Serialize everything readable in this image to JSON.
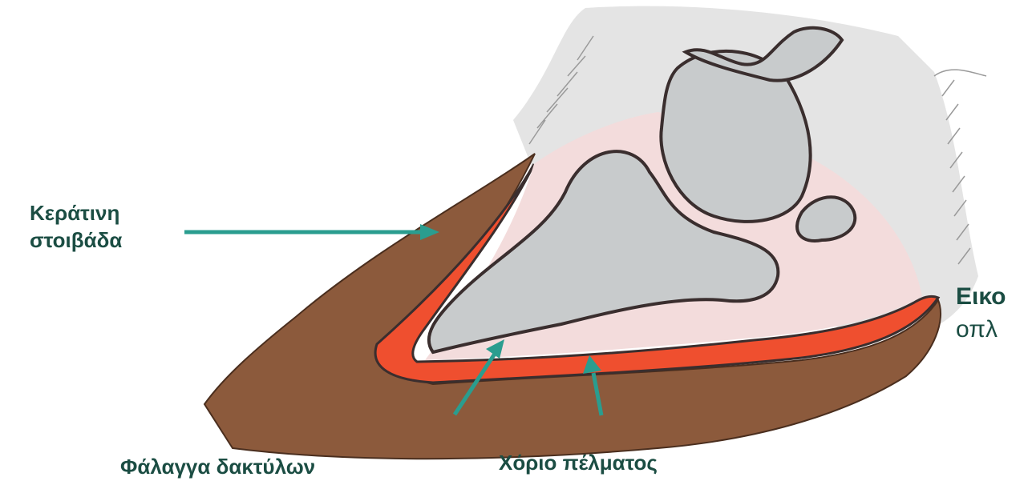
{
  "colors": {
    "label_text": "#1b4d43",
    "arrow": "#2a9d8f",
    "horn": "#8c5a3c",
    "corium": "#ef4f2f",
    "bone": "#c8cbcc",
    "soft_tissue": "#f3dcdc",
    "skin": "#e4e4e4",
    "outline": "#3a2e2e"
  },
  "labels": {
    "keratin_layer": [
      "Κεράτινη",
      "στοιβάδα"
    ],
    "phalanx": "Φάλαγγα δακτύλων",
    "sole_corium": "Χόριο πέλματος"
  },
  "caption": {
    "bold": "Εικο",
    "normal": "οπλ"
  }
}
